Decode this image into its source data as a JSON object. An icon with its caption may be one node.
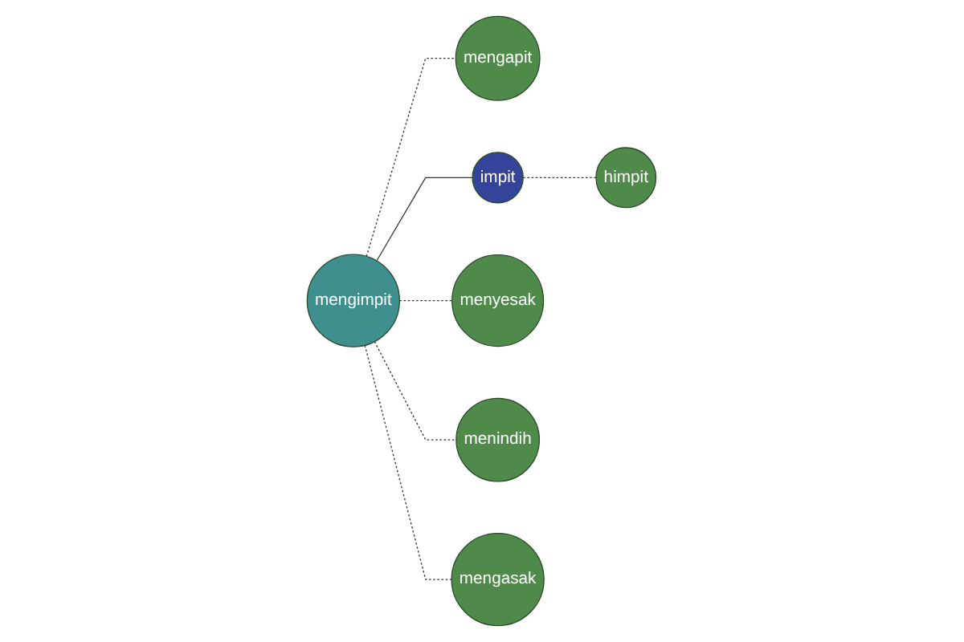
{
  "diagram": {
    "nodes": [
      {
        "text": [
          "mengapit"
        ]
      },
      {
        "text": [
          "himpit"
        ]
      },
      {
        "text": [
          "impit"
        ]
      },
      {
        "text": [
          "menyesak"
        ]
      },
      {
        "text": [
          "mengimpit"
        ]
      },
      {
        "text": [
          "menindih"
        ]
      },
      {
        "text": [
          "mengasak"
        ]
      }
    ],
    "edges": [
      {
        "from": 4,
        "to": 2,
        "arrow": "none"
      },
      {
        "from": 2,
        "to": 1,
        "arrow": "none",
        "style": "dashed"
      },
      {
        "from": 4,
        "to": 0,
        "arrow": "none",
        "style": "dashed"
      },
      {
        "from": 4,
        "to": 3,
        "arrow": "none",
        "style": "dashed"
      },
      {
        "from": 4,
        "to": 5,
        "arrow": "none",
        "style": "dashed"
      },
      {
        "from": 4,
        "to": 6,
        "arrow": "none",
        "style": "dashed"
      }
    ]
  }
}
